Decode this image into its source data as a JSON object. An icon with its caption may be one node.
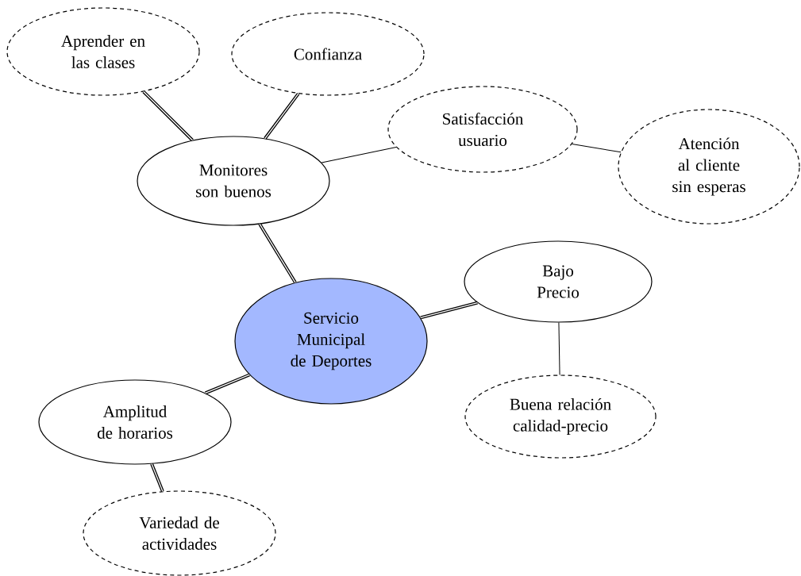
{
  "diagram": {
    "nodes": [
      {
        "text": [
          "Aprender en las clases"
        ]
      },
      {
        "text": [
          "Confianza"
        ]
      },
      {
        "text": [
          "Satisfacción usuario"
        ]
      },
      {
        "text": [
          "Atención al cliente sin esperas"
        ]
      },
      {
        "text": [
          "Monitores son buenos"
        ]
      },
      {
        "text": [
          "Bajo Precio"
        ]
      },
      {
        "text": [
          "Servicio Municipal de Deportes"
        ]
      },
      {
        "text": [
          "Buena relación calidad-precio"
        ]
      },
      {
        "text": [
          "Amplitud de horarios"
        ]
      },
      {
        "text": [
          "Variedad de actividades"
        ]
      }
    ],
    "edges": [
      {
        "from": 4,
        "to": 0,
        "arrow": "none"
      },
      {
        "from": 4,
        "to": 1,
        "arrow": "none"
      },
      {
        "from": 4,
        "to": 2,
        "arrow": "none"
      },
      {
        "from": 2,
        "to": 3,
        "arrow": "none"
      },
      {
        "from": 4,
        "to": 6,
        "arrow": "none"
      },
      {
        "from": 6,
        "to": 5,
        "arrow": "none"
      },
      {
        "from": 5,
        "to": 7,
        "arrow": "none"
      },
      {
        "from": 6,
        "to": 8,
        "arrow": "none"
      },
      {
        "from": 8,
        "to": 9,
        "arrow": "none"
      }
    ]
  }
}
